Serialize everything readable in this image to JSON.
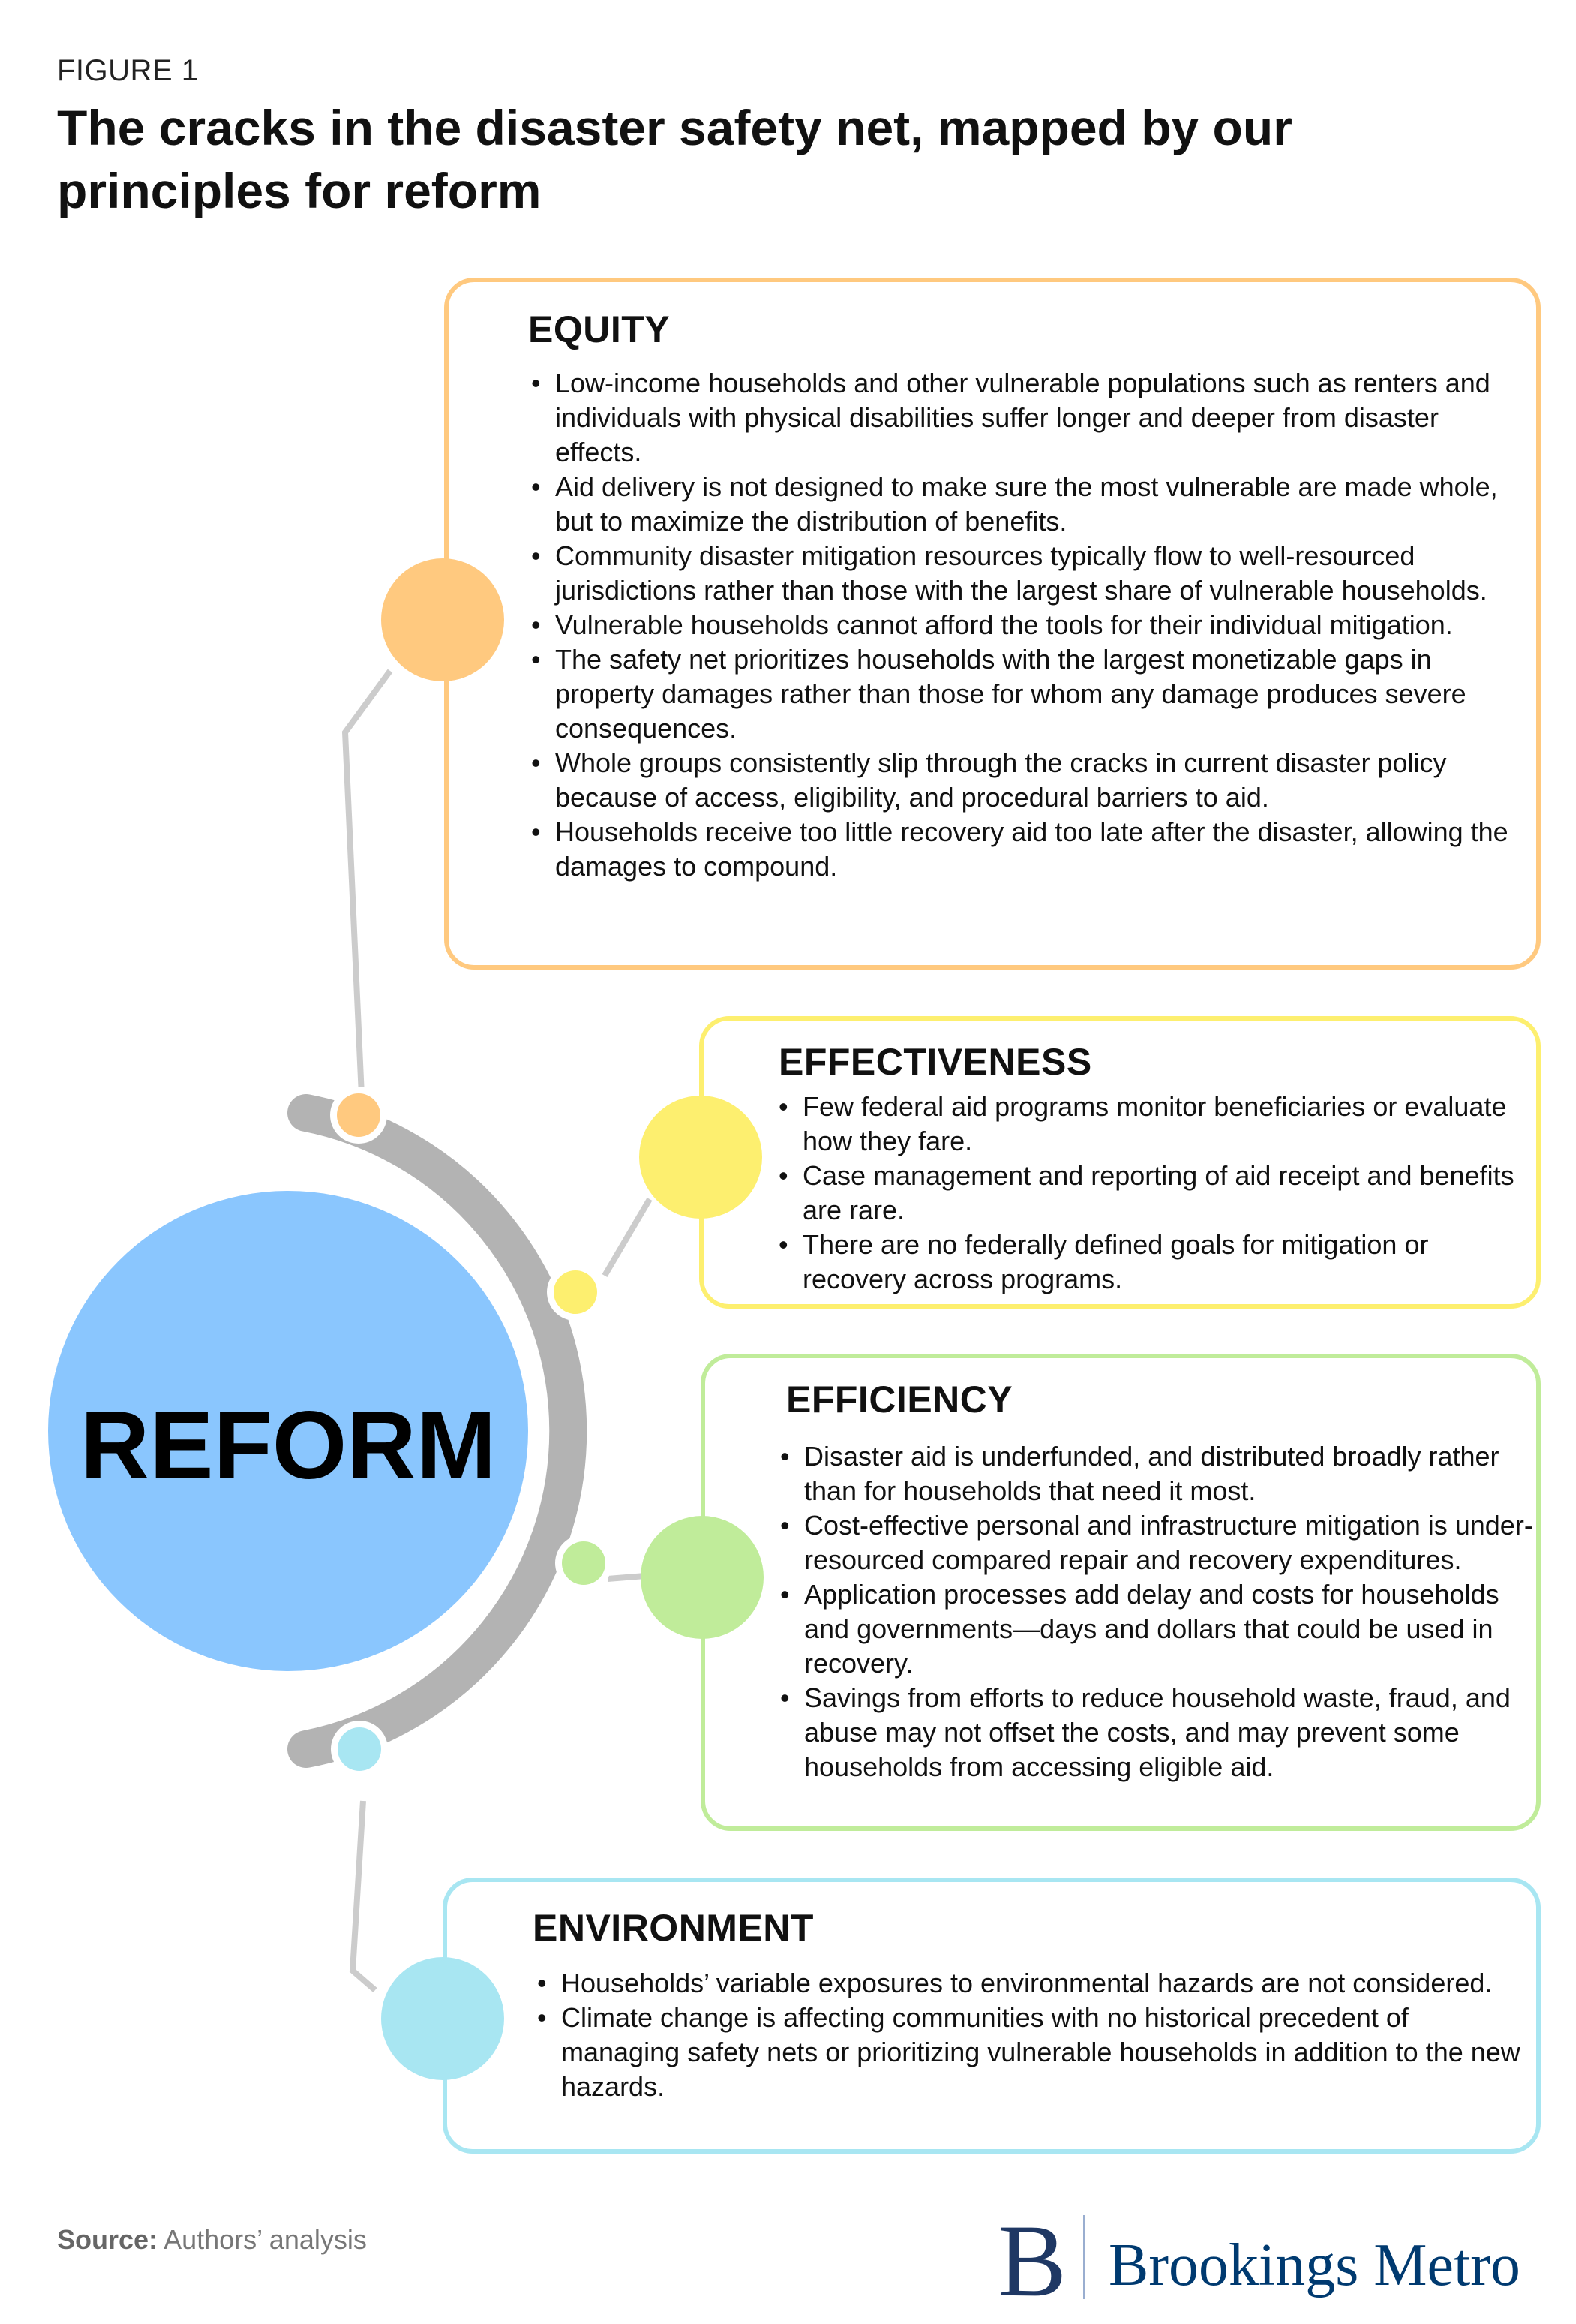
{
  "figure_label": "FIGURE 1",
  "title": "The cracks in the disaster safety net, mapped by our principles for reform",
  "center_label": "REFORM",
  "colors": {
    "equity": "#FFC97F",
    "effectiveness": "#FDEF6F",
    "efficiency": "#C0EC9A",
    "environment": "#A8E6F2",
    "reform": "#8AC6FE",
    "arc": "#B3B3B3",
    "connector": "#CCCCCC"
  },
  "sections": {
    "equity": {
      "heading": "EQUITY",
      "items": [
        "Low-income households and other vulnerable populations such as renters and individuals with physical disabilities suffer longer and deeper from disaster effects.",
        "Aid delivery is not designed to make sure the most vulnerable are made whole, but to maximize the distribution of benefits.",
        "Community disaster mitigation resources typically flow to well-resourced jurisdictions rather than those with the largest share of vulnerable households.",
        "Vulnerable households cannot afford the tools for their individual mitigation.",
        "The safety net prioritizes households with the largest monetizable gaps in property damages rather than those for whom any damage produces severe consequences.",
        "Whole groups consistently slip through the cracks in current disaster policy because of access, eligibility, and procedural barriers to aid.",
        "Households receive too little recovery aid too late after the disaster, allowing the damages to compound."
      ]
    },
    "effectiveness": {
      "heading": "EFFECTIVENESS",
      "items": [
        "Few federal aid programs monitor beneficiaries or evaluate how they fare.",
        "Case management and reporting of aid receipt and benefits are rare.",
        "There are no federally defined goals for mitigation or recovery across programs."
      ]
    },
    "efficiency": {
      "heading": "EFFICIENCY",
      "items": [
        "Disaster aid is underfunded, and distributed broadly rather than for households that need it most.",
        "Cost-effective personal and infrastructure mitigation is under-resourced compared repair and recovery expenditures.",
        "Application processes add delay and costs for households and governments—days and dollars that could be used in recovery.",
        "Savings from efforts to reduce household waste, fraud, and abuse may not offset the costs, and may prevent some households from accessing eligible aid."
      ]
    },
    "environment": {
      "heading": "ENVIRONMENT",
      "items": [
        "Households’ variable exposures to environmental hazards are not considered.",
        "Climate change is affecting communities with no historical precedent of managing safety nets or prioritizing vulnerable households in addition to the new hazards."
      ]
    }
  },
  "source": {
    "label": "Source:",
    "text": " Authors’ analysis"
  },
  "logo": {
    "mark": "B",
    "text": "Brookings Metro"
  }
}
